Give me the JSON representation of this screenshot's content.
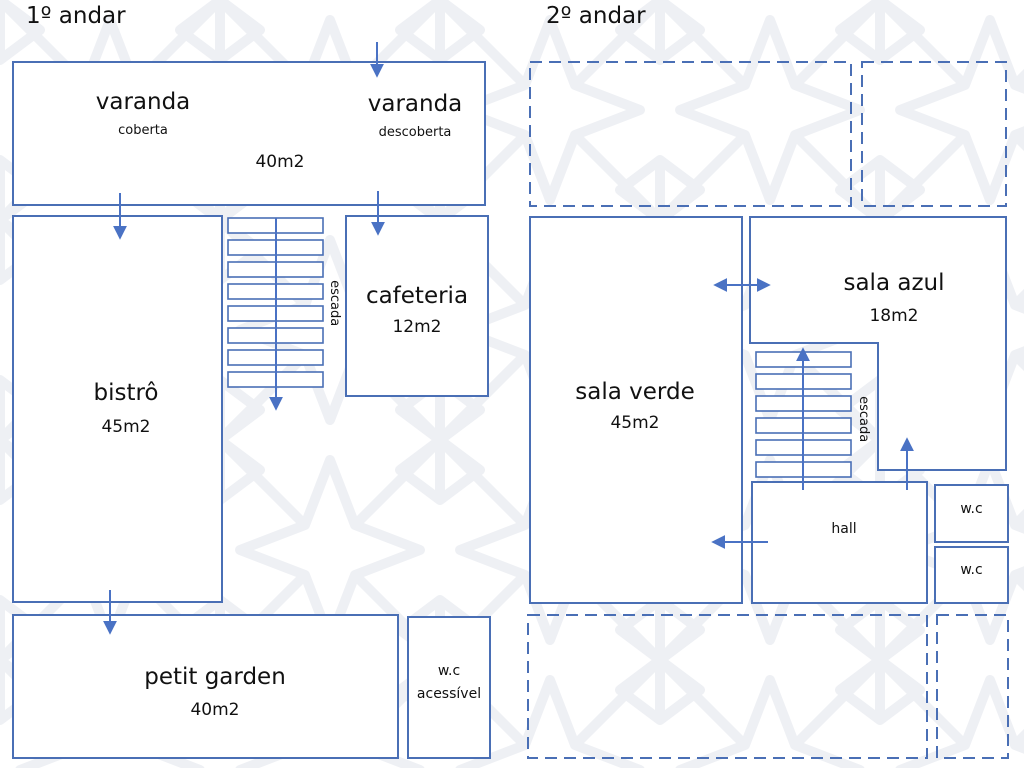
{
  "floors": {
    "first": {
      "title": "1º andar",
      "rooms": {
        "varanda_coberta": {
          "name": "varanda",
          "sub": "coberta"
        },
        "varanda_descoberta": {
          "name": "varanda",
          "sub": "descoberta"
        },
        "varanda_area": "40m2",
        "cafeteria": {
          "name": "cafeteria",
          "area": "12m2"
        },
        "bistro": {
          "name": "bistrô",
          "area": "45m2"
        },
        "petit_garden": {
          "name": "petit garden",
          "area": "40m2"
        },
        "wc_acessivel": {
          "name": "w.c",
          "sub": "acessível"
        },
        "escada": "escada"
      }
    },
    "second": {
      "title": "2º andar",
      "rooms": {
        "sala_azul": {
          "name": "sala azul",
          "area": "18m2"
        },
        "sala_verde": {
          "name": "sala verde",
          "area": "45m2"
        },
        "hall": "hall",
        "wc_1": "w.c",
        "wc_2": "w.c",
        "escada": "escada"
      }
    }
  },
  "colors": {
    "wall": "#4a6fb5",
    "arrow": "#4a72c4",
    "pattern": "#eef0f4",
    "text": "#111111"
  }
}
